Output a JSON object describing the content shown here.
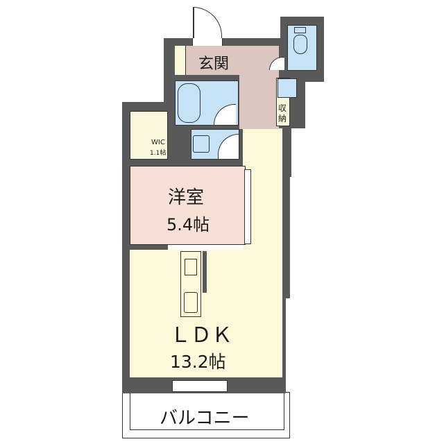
{
  "floorplan": {
    "rooms": {
      "genkan": {
        "label": "玄関"
      },
      "storage": {
        "label_line1": "収",
        "label_line2": "納"
      },
      "wic": {
        "label": "WIC",
        "size": "1.1帖"
      },
      "yoshitsu": {
        "label": "洋室",
        "size": "5.4帖"
      },
      "ldk": {
        "label": "ＬＤＫ",
        "size": "13.2帖"
      },
      "balcony": {
        "label": "バルコニー"
      }
    },
    "colors": {
      "wall": "#595959",
      "ldk": "#fbf9da",
      "yoshitsu": "#f7e1d6",
      "genkan": "#dcc6c0",
      "wet_area": "#c6e3f6"
    }
  }
}
